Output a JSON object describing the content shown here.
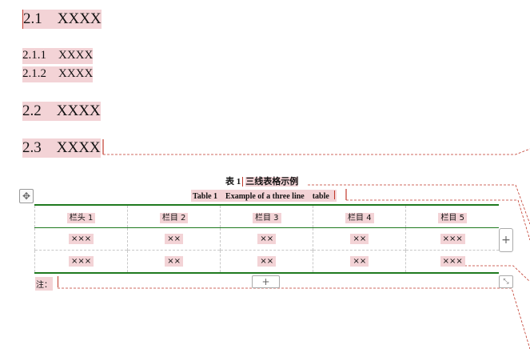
{
  "headings": [
    {
      "number": "2.1",
      "title": "XXXX",
      "level": 2
    },
    {
      "number": "2.1.1",
      "title": "XXXX",
      "level": 3
    },
    {
      "number": "2.1.2",
      "title": "XXXX",
      "level": 3
    },
    {
      "number": "2.2",
      "title": "XXXX",
      "level": 2
    },
    {
      "number": "2.3",
      "title": "XXXX",
      "level": 2
    }
  ],
  "table": {
    "caption_cn_label": "表 1",
    "caption_cn_title": "三线表格示例",
    "caption_en": "Table 1    Example of a three line    table",
    "headers": [
      "栏头 1",
      "栏目 2",
      "栏目 3",
      "栏目 4",
      "栏目 5"
    ],
    "rows": [
      [
        "×××",
        "××",
        "××",
        "××",
        "×××"
      ],
      [
        "×××",
        "××",
        "××",
        "××",
        "×××"
      ]
    ],
    "note_label": "注：",
    "add_row_icon": "+",
    "add_column_icon": "+"
  },
  "icons": {
    "move_handle": "move-arrows-icon",
    "resize_handle": "resize-diagonal-icon"
  },
  "colors": {
    "highlight": "#f3d3d6",
    "table_rule": "#1f7a1f",
    "revision_mark": "#c0392b"
  }
}
